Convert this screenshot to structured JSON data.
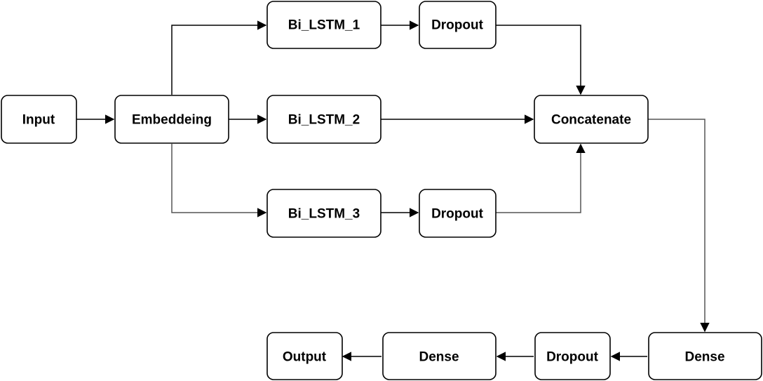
{
  "nodes": {
    "input": "Input",
    "embedding": "Embeddeing",
    "bilstm1": "Bi_LSTM_1",
    "dropout1": "Dropout",
    "bilstm2": "Bi_LSTM_2",
    "bilstm3": "Bi_LSTM_3",
    "dropout3": "Dropout",
    "concatenate": "Concatenate",
    "dense1": "Dense",
    "dropout_final": "Dropout",
    "dense2": "Dense",
    "output": "Output"
  },
  "colors": {
    "stroke": "#000000",
    "edge_secondary": "#555555",
    "fill": "#ffffff"
  }
}
